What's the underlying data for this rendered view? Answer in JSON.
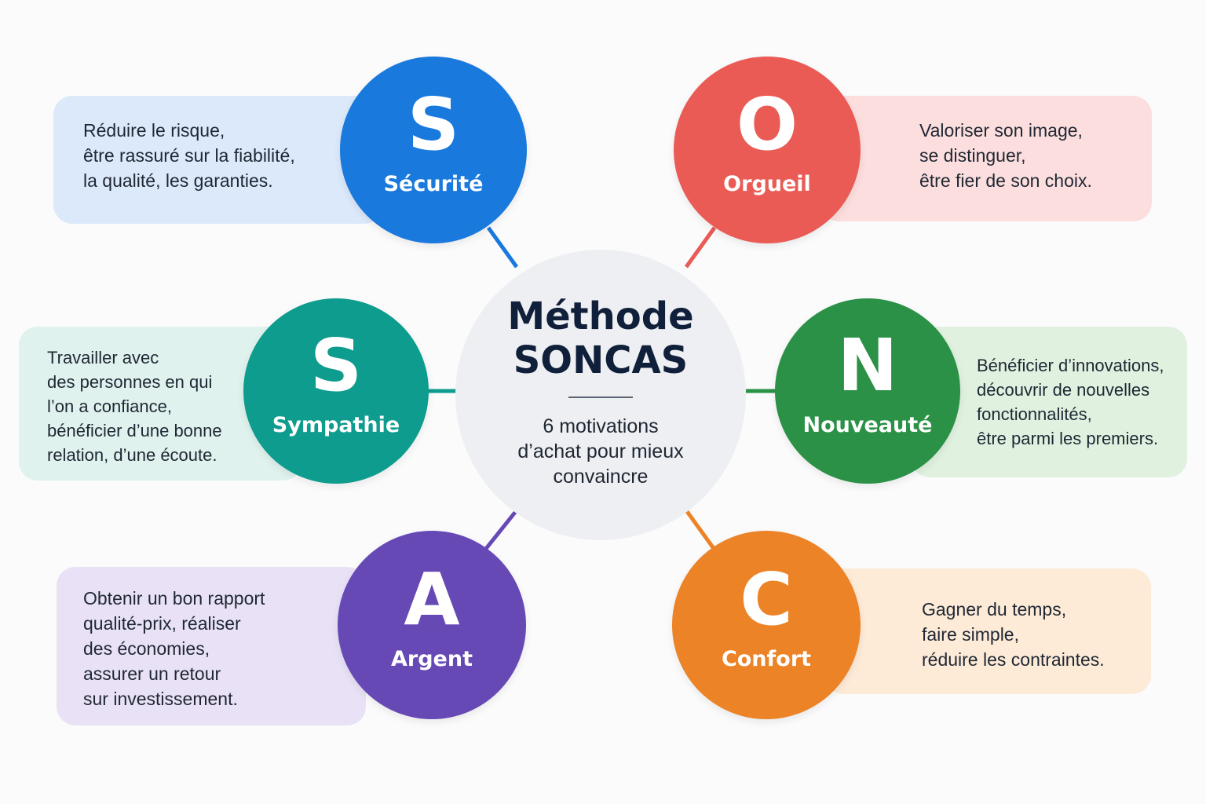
{
  "center": {
    "title": "Méthode\nSONCAS",
    "subtitle": "6 motivations\nd’achat pour mieux\nconvaincre"
  },
  "motivations": [
    {
      "letter": "S",
      "name": "Sécurité",
      "description": "Réduire le risque,\nêtre rassuré sur la fiabilité,\nla qualité, les garanties.",
      "color": "#1a79dc",
      "card_color": "#dce9fb"
    },
    {
      "letter": "O",
      "name": "Orgueil",
      "description": "Valoriser son image,\nse distinguer,\nêtre fier de son choix.",
      "color": "#ea5b55",
      "card_color": "#fcdede"
    },
    {
      "letter": "S",
      "name": "Sympathie",
      "description": "Travailler avec\ndes personnes en qui\nl’on a confiance,\nbénéficier d’une bonne\nrelation, d’une écoute.",
      "color": "#0d9c8e",
      "card_color": "#dff2ee"
    },
    {
      "letter": "N",
      "name": "Nouveauté",
      "description": "Bénéficier d’innovations,\ndécouvrir de nouvelles\nfonctionnalités,\nêtre parmi les premiers.",
      "color": "#2a9146",
      "card_color": "#e1f1e0"
    },
    {
      "letter": "A",
      "name": "Argent",
      "description": "Obtenir un bon rapport\nqualité-prix, réaliser\ndes économies,\nassurer un retour\nsur investissement.",
      "color": "#6649b4",
      "card_color": "#e9e2f6"
    },
    {
      "letter": "C",
      "name": "Confort",
      "description": "Gagner du temps,\nfaire simple,\nréduire les contraintes.",
      "color": "#ec8327",
      "card_color": "#fdebd8"
    }
  ]
}
